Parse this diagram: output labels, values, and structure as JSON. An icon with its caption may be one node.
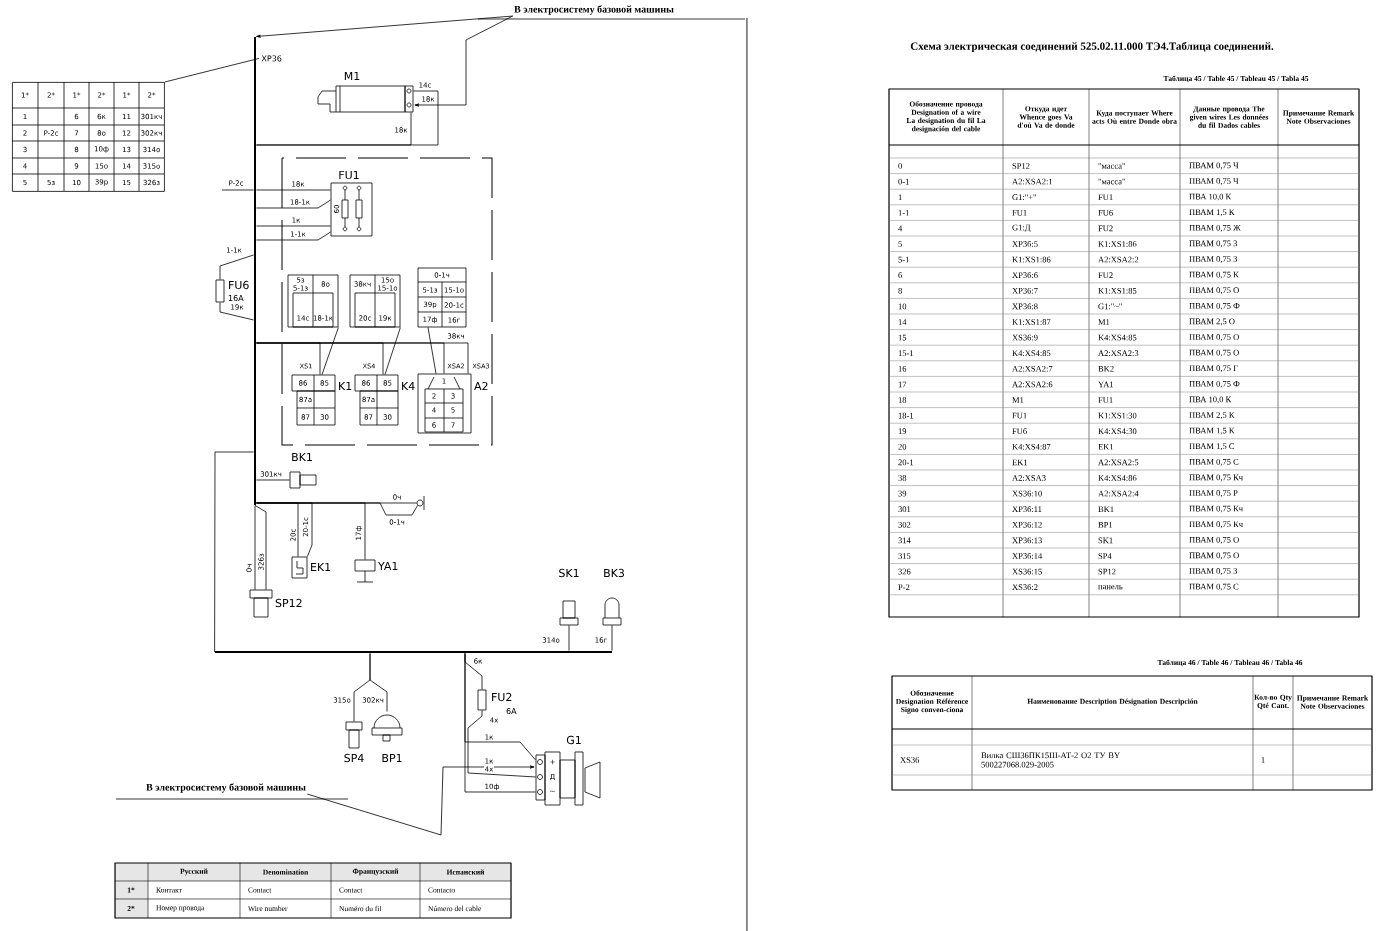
{
  "diagram": {
    "title": "Схема электрическая соединений 525.02.11.000 ТЭ4.Таблица соединений.",
    "nodes": [
      {
        "text": [
          "В электросистему базовой машины"
        ]
      },
      {
        "text": [
          "1*",
          "2*",
          "1*",
          "2*",
          "1*",
          "2*",
          "1",
          "6",
          "6к",
          "11",
          "301кч",
          "2",
          "P-2с",
          "7",
          "8о",
          "12",
          "302кч",
          "3",
          "8",
          "10ф",
          "13",
          "314о",
          "4",
          "9",
          "15о",
          "14",
          "315о",
          "5",
          "5з",
          "10",
          "39р",
          "15",
          "326з"
        ]
      },
      {
        "text": [
          "XP36"
        ]
      },
      {
        "text": [
          "M1"
        ]
      },
      {
        "text": [
          "FU1",
          "60"
        ]
      },
      {
        "text": [
          "FU6"
        ],
        "beside": [
          "16А"
        ]
      },
      {
        "text": [
          "5з 5-1з",
          "8о",
          "14с",
          "18-1к"
        ]
      },
      {
        "text": [
          "38кч",
          "15о 15-1о",
          "20с",
          "19к"
        ]
      },
      {
        "text": [
          "0-1ч",
          "5-1з",
          "15-1о",
          "39р",
          "20-1с",
          "17ф",
          "16г"
        ]
      },
      {
        "text": [
          "86",
          "85",
          "K1",
          "87а",
          "87",
          "30"
        ],
        "beside": [
          "XS1"
        ]
      },
      {
        "text": [
          "86",
          "85",
          "K4",
          "87а",
          "87",
          "30"
        ],
        "beside": [
          "XS4"
        ]
      },
      {
        "text": [
          "1",
          "A2",
          "2",
          "3",
          "4",
          "5",
          "6",
          "7"
        ],
        "beside": [
          "XSA2",
          "XSA3"
        ]
      },
      {
        "text": [
          "BK1"
        ]
      },
      {
        "text": [
          "EK1"
        ]
      },
      {
        "text": [
          "YA1"
        ]
      },
      {
        "text": [
          "SP12"
        ]
      },
      {
        "text": [
          "SK1"
        ]
      },
      {
        "text": [
          "BK3"
        ]
      },
      {
        "text": [
          "SP4"
        ]
      },
      {
        "text": [
          "BP1"
        ]
      },
      {
        "text": [
          "FU2"
        ],
        "beside": [
          "6А"
        ]
      },
      {
        "text": [
          "G1",
          "+",
          "Д",
          "~"
        ]
      },
      {
        "text": [
          "В электросистему базовой машины"
        ]
      },
      {
        "text": [],
        "shape": "bar"
      },
      {
        "text": [],
        "shape": "bar"
      },
      {
        "text": [],
        "shape": "circle"
      }
    ],
    "edges": [
      {
        "from": 0,
        "to": 23,
        "arrow": "to"
      },
      {
        "from": 0,
        "to": 3,
        "arrow": "to",
        "label": "18к"
      },
      {
        "from": 1,
        "to": 2,
        "arrow": "none"
      },
      {
        "from": 22,
        "to": 21,
        "arrow": "to",
        "label": "1к"
      },
      {
        "from": 23,
        "to": 3,
        "arrow": "none",
        "label": "14с"
      },
      {
        "from": 23,
        "to": 3,
        "arrow": "none",
        "label": "18к"
      },
      {
        "from": null,
        "to": 23,
        "arrow": "none",
        "label": "P-2с"
      },
      {
        "from": 23,
        "to": 4,
        "arrow": "none",
        "label": "18к"
      },
      {
        "from": 23,
        "to": 4,
        "arrow": "none",
        "label": "18-1к"
      },
      {
        "from": 23,
        "to": 4,
        "arrow": "none",
        "label": "1к"
      },
      {
        "from": 23,
        "to": 4,
        "arrow": "none",
        "label": "1-1к"
      },
      {
        "from": 23,
        "to": 5,
        "arrow": "none",
        "label": "1-1к"
      },
      {
        "from": 5,
        "to": 23,
        "arrow": "none",
        "label": "19к"
      },
      {
        "from": 23,
        "to": 9,
        "arrow": "none"
      },
      {
        "from": 23,
        "to": 10,
        "arrow": "none"
      },
      {
        "from": 23,
        "to": 11,
        "arrow": "none"
      },
      {
        "from": 23,
        "to": 11,
        "arrow": "none",
        "label": "38кч"
      },
      {
        "from": 6,
        "to": 9,
        "arrow": "none"
      },
      {
        "from": 7,
        "to": 10,
        "arrow": "none"
      },
      {
        "from": 8,
        "to": 11,
        "arrow": "none"
      },
      {
        "from": 23,
        "to": 12,
        "arrow": "none",
        "label": "301кч"
      },
      {
        "from": 23,
        "to": 25,
        "arrow": "none",
        "label": "0ч"
      },
      {
        "from": 23,
        "to": 25,
        "arrow": "none",
        "label": "0-1ч"
      },
      {
        "from": 23,
        "to": 13,
        "arrow": "none",
        "label": "20с"
      },
      {
        "from": 23,
        "to": 13,
        "arrow": "none",
        "label": "20-1с"
      },
      {
        "from": 23,
        "to": 14,
        "arrow": "none",
        "label": "17ф"
      },
      {
        "from": 23,
        "to": 15,
        "arrow": "none",
        "label": "0ч"
      },
      {
        "from": 23,
        "to": 15,
        "arrow": "none",
        "label": "326з"
      },
      {
        "from": 23,
        "to": 24,
        "arrow": "none"
      },
      {
        "from": 24,
        "to": 16,
        "arrow": "none",
        "label": "314о"
      },
      {
        "from": 24,
        "to": 17,
        "arrow": "none",
        "label": "16г"
      },
      {
        "from": 24,
        "to": 18,
        "arrow": "none",
        "label": "315о"
      },
      {
        "from": 24,
        "to": 19,
        "arrow": "none",
        "label": "302кч"
      },
      {
        "from": 24,
        "to": 20,
        "arrow": "none",
        "label": "6к"
      },
      {
        "from": 20,
        "to": 21,
        "arrow": "none",
        "label": "4х"
      },
      {
        "from": 24,
        "to": 21,
        "arrow": "none",
        "label": "1к"
      },
      {
        "from": 24,
        "to": 21,
        "arrow": "none",
        "label": "10ф"
      }
    ],
    "labels": [
      "4х",
      "Таблица 45 / Table 45 / Tableau 45 / Tabla 45",
      "Обозначение провода Designation of a wire La designation du fil La designación del cable",
      "Откуда идет Whence goes Va d'où Va de donde",
      "Куда поступает Where acts Où entre Donde obra",
      "Данные провода The given wires Les données du fil Dados cables",
      "Примечание Remark Note Observaciones",
      "0",
      "SP12",
      "\"масса\"",
      "ПВАМ 0,75 Ч",
      "0-1",
      "A2:XSA2:1",
      "\"масса\"",
      "ПВАМ 0,75 Ч",
      "1",
      "G1:\"+\"",
      "FU1",
      "ПВА 10,0 К",
      "1-1",
      "FU1",
      "FU6",
      "ПВАМ 1,5 К",
      "4",
      "G1:Д",
      "FU2",
      "ПВАМ 0,75 Ж",
      "5",
      "XP36:5",
      "K1:XS1:86",
      "ПВАМ 0,75 З",
      "5-1",
      "K1:XS1:86",
      "A2:XSA2:2",
      "ПВАМ 0,75 З",
      "6",
      "XP36:6",
      "FU2",
      "ПВАМ 0,75 К",
      "8",
      "XP36:7",
      "K1:XS1:85",
      "ПВАМ 0,75 О",
      "10",
      "XP36:8",
      "G1:\"~\"",
      "ПВАМ 0,75 Ф",
      "14",
      "K1:XS1:87",
      "M1",
      "ПВАМ 2,5 О",
      "15",
      "XS36:9",
      "K4:XS4:85",
      "ПВАМ 0,75 О",
      "15-1",
      "K4:XS4:85",
      "A2:XSA2:3",
      "ПВАМ 0,75 О",
      "16",
      "A2:XSA2:7",
      "BK2",
      "ПВАМ 0,75 Г",
      "17",
      "A2:XSA2:6",
      "YA1",
      "ПВАМ 0,75 Ф",
      "18",
      "M1",
      "FU1",
      "ПВА 10,0 К",
      "18-1",
      "FU1",
      "K1:XS1:30",
      "ПВАМ 2,5 К",
      "19",
      "FU6",
      "K4:XS4:30",
      "ПВАМ 1,5 К",
      "20",
      "K4:XS4:87",
      "EK1",
      "ПВАМ 1,5 С",
      "20-1",
      "EK1",
      "A2:XSA2:5",
      "ПВАМ 0,75 С",
      "38",
      "A2:XSA3",
      "K4:XS4:86",
      "ПВАМ 0,75 Кч",
      "39",
      "XS36:10",
      "A2:XSA2:4",
      "ПВАМ 0,75 Р",
      "301",
      "XP36:11",
      "BK1",
      "ПВАМ 0,75 Кч",
      "302",
      "XP36:12",
      "BP1",
      "ПВАМ 0,75 Кч",
      "314",
      "XP36:13",
      "SK1",
      "ПВАМ 0,75 О",
      "315",
      "XP36:14",
      "SP4",
      "ПВАМ 0,75 О",
      "326",
      "XS36:15",
      "SP12",
      "ПВАМ 0,75 З",
      "P-2",
      "XS36:2",
      "панель",
      "ПВАМ 0,75 С",
      "Таблица 46 / Table 46 / Tableau 46 / Tabla 46",
      "Обозначение Designation Référence Signo conven-ciona",
      "Наименование Description Désignation Descripción",
      "Кол-во Qty Qté Cant.",
      "Примечание Remark Note Observaciones",
      "XS36",
      "Вилка СШ36ПК15Ш-АТ-2 О2 ТУ BY 500227068.029-2005",
      "1",
      "Русский",
      "Denomination",
      "Французский",
      "Испанский",
      "1*",
      "Контакт",
      "Contact",
      "Contact",
      "Contacto",
      "2*",
      "Номер провода",
      "Wire number",
      "Numéro du fil",
      "Número del cable"
    ]
  }
}
